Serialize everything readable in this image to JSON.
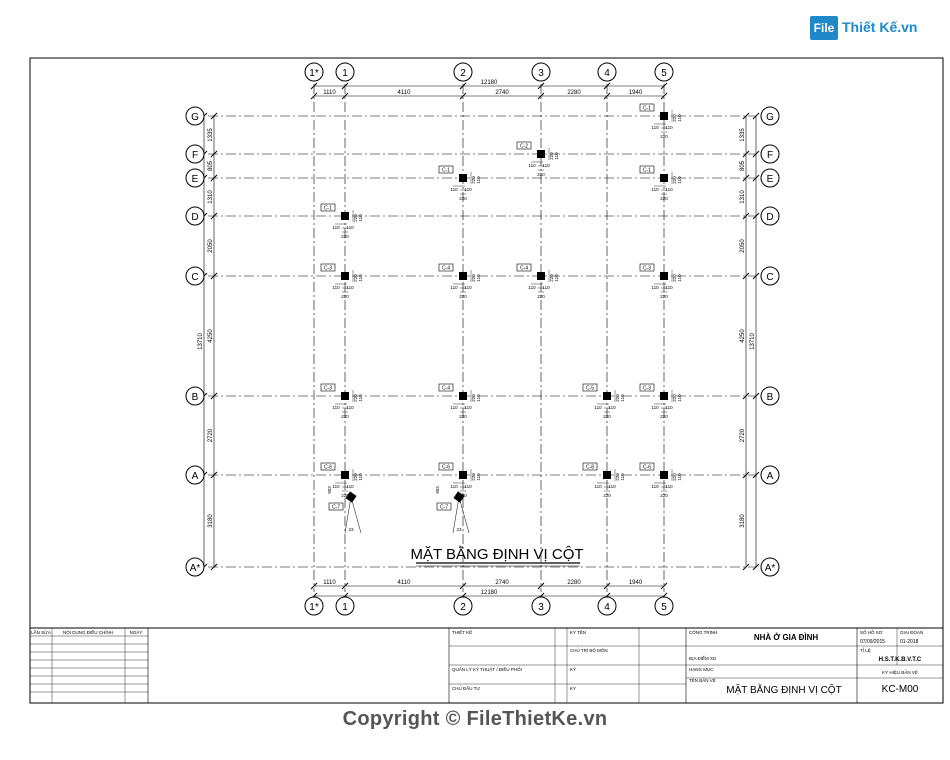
{
  "logo": {
    "box": "File",
    "text": "Thiết Kế.vn"
  },
  "copyright": "Copyright © FileThietKe.vn",
  "drawing": {
    "plan_title": "MẶT BẰNG ĐỊNH VỊ CỘT",
    "col_axes": [
      "1*",
      "1",
      "2",
      "3",
      "4",
      "5"
    ],
    "row_axes": [
      "G",
      "F",
      "E",
      "D",
      "C",
      "B",
      "A",
      "A*"
    ],
    "top_dims": [
      "1110",
      "4110",
      "2740",
      "2280",
      "1940"
    ],
    "top_total": "12180",
    "bottom_dims": [
      "1110",
      "4110",
      "2740",
      "2280",
      "1940"
    ],
    "bottom_total": "12180",
    "left_dims": [
      "1335",
      "805",
      "1310",
      "2050",
      "4250",
      "2720",
      "3180"
    ],
    "left_total": "13710",
    "right_dims": [
      "1335",
      "805",
      "1310",
      "2050",
      "4250",
      "2720",
      "3180"
    ],
    "right_total": "13710",
    "column_labels": [
      "C-1",
      "C-2",
      "C-1",
      "C-1",
      "C-1",
      "C-3",
      "C-4",
      "C-4",
      "C-3",
      "C-3",
      "C-4",
      "C-5",
      "C-3",
      "C-6",
      "C-6",
      "C-6",
      "C-7",
      "C-7",
      "C-8"
    ],
    "dims": {
      "d110": "110",
      "d150": "150",
      "d190": "190",
      "d220": "220",
      "d145": "145",
      "d75": "75",
      "d903": "903",
      "d23": "23"
    }
  },
  "title_block": {
    "rev_headers": [
      "LẦN SỬA",
      "NỘI DUNG ĐIỀU CHỈNH",
      "NGÀY"
    ],
    "designer": "THIẾT KẾ",
    "head": "CHỦ TRÌ BỘ MÔN",
    "engineer": "QUẢN LÝ KỸ THUẬT / ĐIỀU PHỐI",
    "owner": "CHỦ ĐẦU TƯ",
    "sign1": "KÝ TÊN",
    "sign2": "KÝ",
    "project_label": "CÔNG TRÌNH",
    "project_name": "NHÀ Ở GIA ĐÌNH",
    "address_label": "ĐỊA ĐIỂM XD",
    "category_label": "HẠNG MỤC",
    "drawing_label": "TÊN BẢN VẼ",
    "drawing_name": "MẶT BẰNG ĐỊNH VỊ CỘT",
    "code_label": "SỐ HỒ SƠ",
    "phase_label": "GIAI ĐOẠN",
    "date": "07/09/2015",
    "phase": "01-2018",
    "scale_label": "TỈ LỆ",
    "stamp": "H.S.T.K.B.V.T.C",
    "sheet_label": "KÝ HIỆU BẢN VẼ",
    "sheet": "KC-M00"
  }
}
